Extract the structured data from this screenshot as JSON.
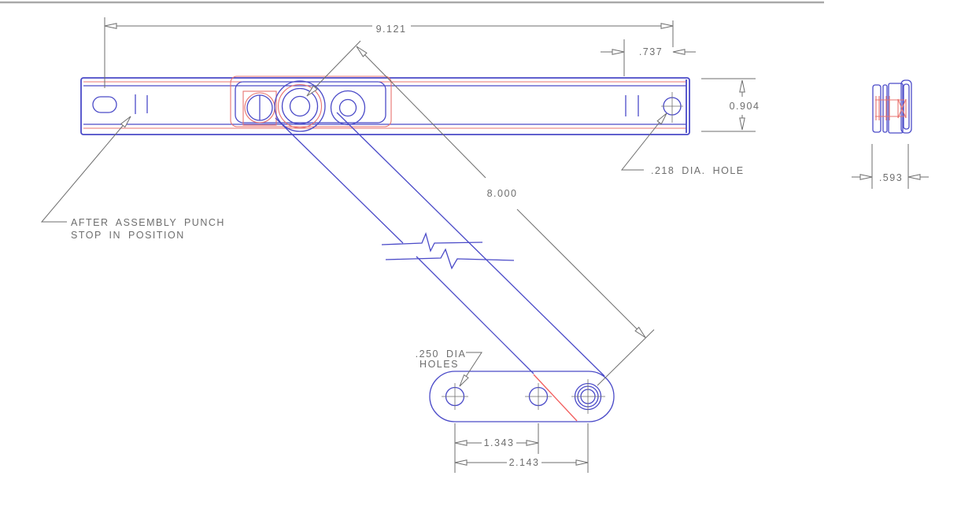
{
  "colors": {
    "blue": "#4a4ac8",
    "red": "#e8736f",
    "red2": "#f25c5c",
    "dim": "#6e6e6e",
    "topbar": "#a9a9a9",
    "bg": "#ffffff"
  },
  "annotations": {
    "overall_length": "9.121",
    "hole_offset": ".737",
    "track_height": "0.904",
    "arm_length": "8.000",
    "track_hole_note": ".218 DIA. HOLE",
    "arm_holes_note_line1": ".250 DIA",
    "arm_holes_note_line2": "HOLES",
    "assembly_note_line1": "AFTER ASSEMBLY PUNCH",
    "assembly_note_line2": "STOP IN POSITION",
    "arm_hole_spacing_near": "1.343",
    "arm_hole_spacing_far": "2.143",
    "section_width": ".593"
  }
}
